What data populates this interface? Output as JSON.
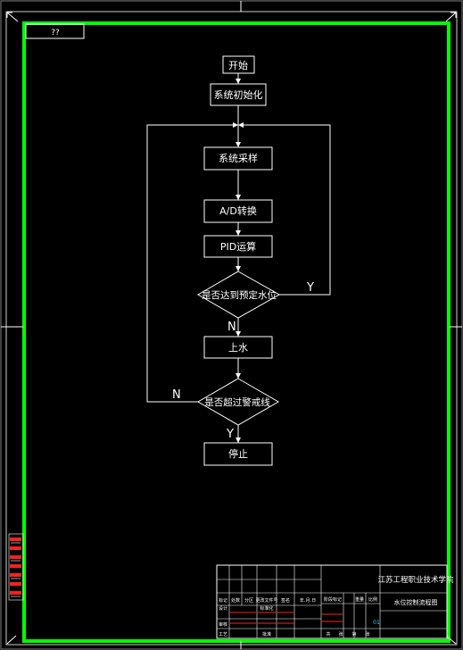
{
  "colors": {
    "background": "#000000",
    "frame": "#00ff00",
    "lines": "#ffffff",
    "accent_red": "#ff2020",
    "accent_cyan": "#2ad4ff"
  },
  "corner_label": "??",
  "flowchart": {
    "nodes": {
      "start": "开始",
      "init": "系统初始化",
      "sample": "系统采样",
      "adc": "A/D转换",
      "pid": "PID运算",
      "dec1": "是否达到预定水位",
      "up": "上水",
      "dec2": "是否超过警戒线",
      "stop": "停止"
    },
    "edge_labels": {
      "dec1_yes": "Y",
      "dec1_no": "N",
      "dec2_no": "N",
      "dec2_yes": "Y"
    }
  },
  "title_block": {
    "school": "江苏工程职业技术学院",
    "drawing_name": "水位控制流程图",
    "page_no": "01",
    "header_cells": [
      "标记",
      "处数",
      "分区",
      "更改文件号",
      "签名",
      "年.月.日"
    ],
    "left_labels": [
      "设计",
      "审核",
      "工艺"
    ],
    "middle_labels": [
      "标准化",
      "批准"
    ],
    "right_header": [
      "阶段标记",
      "重量",
      "比例"
    ],
    "bottom_row": [
      "共",
      "张",
      "第",
      "张"
    ]
  }
}
